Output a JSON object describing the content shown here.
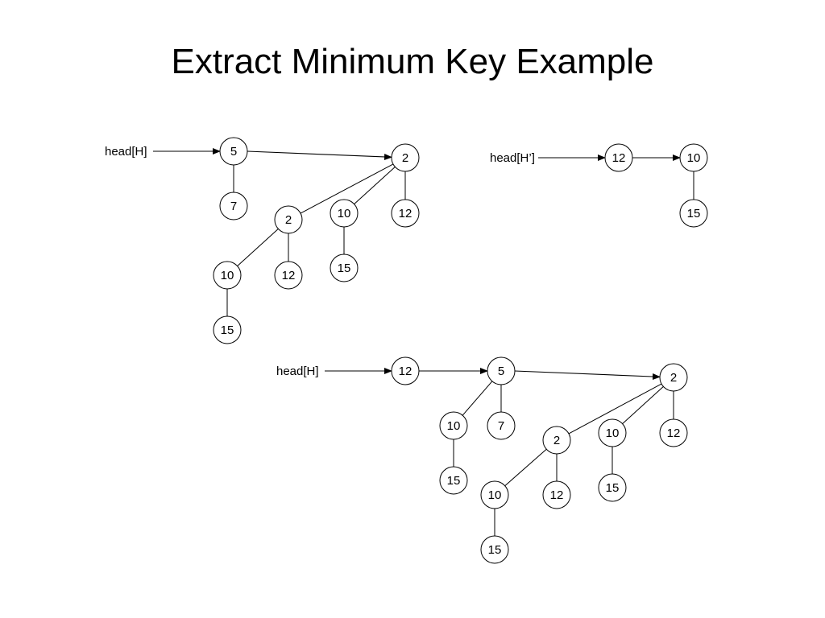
{
  "title": "Extract Minimum Key Example",
  "heaps": [
    {
      "head_label": "head[H]",
      "roots": [
        "h1_5",
        "h1_2"
      ],
      "nodes": [
        {
          "id": "h1_5",
          "key": "5"
        },
        {
          "id": "h1_7",
          "key": "7"
        },
        {
          "id": "h1_2",
          "key": "2"
        },
        {
          "id": "h1_2b",
          "key": "2"
        },
        {
          "id": "h1_10b",
          "key": "10"
        },
        {
          "id": "h1_12b",
          "key": "12"
        },
        {
          "id": "h1_10c",
          "key": "10"
        },
        {
          "id": "h1_12c",
          "key": "12"
        },
        {
          "id": "h1_15b",
          "key": "15"
        },
        {
          "id": "h1_15c",
          "key": "15"
        }
      ],
      "edges": [
        [
          "h1_5",
          "h1_7"
        ],
        [
          "h1_2",
          "h1_2b"
        ],
        [
          "h1_2",
          "h1_10b"
        ],
        [
          "h1_2",
          "h1_12b"
        ],
        [
          "h1_2b",
          "h1_10c"
        ],
        [
          "h1_2b",
          "h1_12c"
        ],
        [
          "h1_10b",
          "h1_15b"
        ],
        [
          "h1_10c",
          "h1_15c"
        ]
      ]
    },
    {
      "head_label": "head[H’]",
      "roots": [
        "h2_12",
        "h2_10"
      ],
      "nodes": [
        {
          "id": "h2_12",
          "key": "12"
        },
        {
          "id": "h2_10",
          "key": "10"
        },
        {
          "id": "h2_15",
          "key": "15"
        }
      ],
      "edges": [
        [
          "h2_10",
          "h2_15"
        ]
      ]
    },
    {
      "head_label": "head[H]",
      "roots": [
        "h3_12",
        "h3_5",
        "h3_2"
      ],
      "nodes": [
        {
          "id": "h3_12",
          "key": "12"
        },
        {
          "id": "h3_5",
          "key": "5"
        },
        {
          "id": "h3_10a",
          "key": "10"
        },
        {
          "id": "h3_7",
          "key": "7"
        },
        {
          "id": "h3_15a",
          "key": "15"
        },
        {
          "id": "h3_2",
          "key": "2"
        },
        {
          "id": "h3_2b",
          "key": "2"
        },
        {
          "id": "h3_10b",
          "key": "10"
        },
        {
          "id": "h3_12b",
          "key": "12"
        },
        {
          "id": "h3_10c",
          "key": "10"
        },
        {
          "id": "h3_12c",
          "key": "12"
        },
        {
          "id": "h3_15b",
          "key": "15"
        },
        {
          "id": "h3_15c",
          "key": "15"
        }
      ],
      "edges": [
        [
          "h3_5",
          "h3_10a"
        ],
        [
          "h3_5",
          "h3_7"
        ],
        [
          "h3_10a",
          "h3_15a"
        ],
        [
          "h3_2",
          "h3_2b"
        ],
        [
          "h3_2",
          "h3_10b"
        ],
        [
          "h3_2",
          "h3_12b"
        ],
        [
          "h3_2b",
          "h3_10c"
        ],
        [
          "h3_2b",
          "h3_12c"
        ],
        [
          "h3_10b",
          "h3_15b"
        ],
        [
          "h3_10c",
          "h3_15c"
        ]
      ]
    }
  ]
}
